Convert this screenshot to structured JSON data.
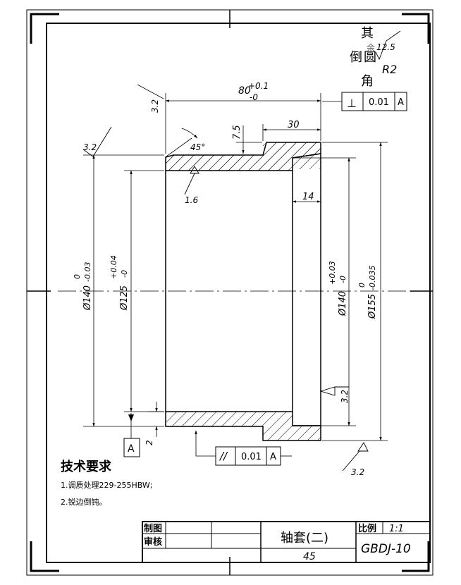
{
  "roughness_corner": {
    "label_chars": [
      "其",
      "倒",
      "圆",
      "角",
      "余"
    ],
    "value": "12.5",
    "radius": "R2"
  },
  "dims": {
    "length_base": "80",
    "length_upper": "+0.1",
    "length_lower": "-0",
    "flange_width": "30",
    "step_height": "7.5",
    "groove_width": "14",
    "gap": "2",
    "chamfer_angle": "45°",
    "small_chamfer": "3.2",
    "d140_left_base": "Ø140",
    "d140_left_upper": "0",
    "d140_left_lower": "-0.03",
    "d125_base": "Ø125",
    "d125_upper": "+0.04",
    "d125_lower": "-0",
    "d140_right_base": "Ø140",
    "d140_right_upper": "+0.03",
    "d140_right_lower": "-0",
    "d155_base": "Ø155",
    "d155_upper": "0",
    "d155_lower": "-0.035"
  },
  "roughness": {
    "top_left": "3.2",
    "bore": "1.6",
    "right_face": "3.2",
    "bottom_right": "3.2"
  },
  "tolerance_perp": {
    "symbol": "⊥",
    "value": "0.01",
    "datum": "A"
  },
  "tolerance_parallel": {
    "symbol": "//",
    "value": "0.01",
    "datum": "A"
  },
  "datum_label": "A",
  "tech_requirements": {
    "heading": "技术要求",
    "items": [
      "1.调质处理229-255HBW;",
      "2.锐边倒钝。"
    ]
  },
  "title_block": {
    "draw_label": "制图",
    "check_label": "审核",
    "part_name": "轴套(二)",
    "scale_label": "比例",
    "scale_value": "1:1",
    "material": "45",
    "drawing_no": "GBDJ-10"
  }
}
